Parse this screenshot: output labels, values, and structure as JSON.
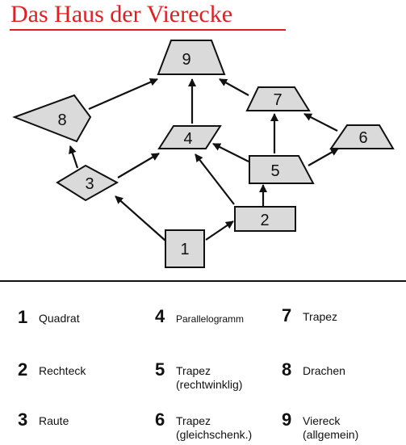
{
  "title": "Das Haus der Vierecke",
  "colors": {
    "title": "#e02020",
    "shape_fill": "#dadada",
    "stroke": "#111111"
  },
  "nodes": {
    "n1": "1",
    "n2": "2",
    "n3": "3",
    "n4": "4",
    "n5": "5",
    "n6": "6",
    "n7": "7",
    "n8": "8",
    "n9": "9"
  },
  "edges": [
    {
      "from": "1",
      "to": "2"
    },
    {
      "from": "1",
      "to": "3"
    },
    {
      "from": "2",
      "to": "4"
    },
    {
      "from": "2",
      "to": "5"
    },
    {
      "from": "3",
      "to": "4"
    },
    {
      "from": "3",
      "to": "8"
    },
    {
      "from": "4",
      "to": "9"
    },
    {
      "from": "5",
      "to": "4"
    },
    {
      "from": "5",
      "to": "7"
    },
    {
      "from": "5",
      "to": "6"
    },
    {
      "from": "6",
      "to": "7"
    },
    {
      "from": "7",
      "to": "9"
    },
    {
      "from": "8",
      "to": "9"
    }
  ],
  "legend": {
    "item1": {
      "num": "1",
      "text": "Quadrat"
    },
    "item2": {
      "num": "2",
      "text": "Rechteck"
    },
    "item3": {
      "num": "3",
      "text": "Raute"
    },
    "item4": {
      "num": "4",
      "text": "Parallelogramm"
    },
    "item5": {
      "num": "5",
      "text": "Trapez",
      "sub": "(rechtwinklig)"
    },
    "item6": {
      "num": "6",
      "text": "Trapez",
      "sub": "(gleichschenk.)"
    },
    "item7": {
      "num": "7",
      "text": "Trapez"
    },
    "item8": {
      "num": "8",
      "text": "Drachen"
    },
    "item9": {
      "num": "9",
      "text": "Viereck",
      "sub": "(allgemein)"
    }
  }
}
